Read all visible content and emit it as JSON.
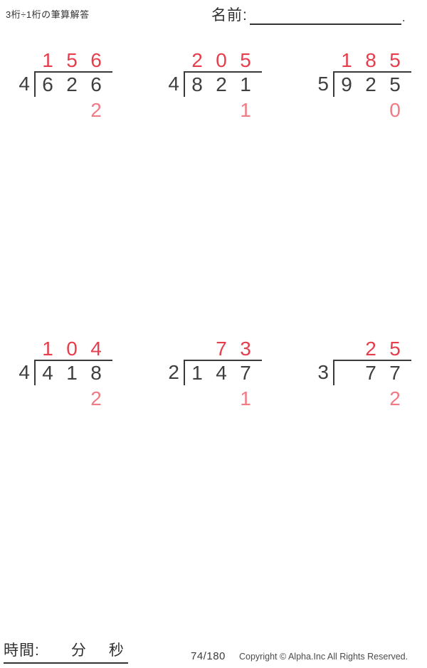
{
  "header": {
    "title": "3桁÷1桁の筆算解答",
    "name_label": "名前:",
    "name_line_period": "."
  },
  "problems": [
    {
      "divisor": "4",
      "dividend": [
        "6",
        "2",
        "6"
      ],
      "quotient": [
        "1",
        "5",
        "6"
      ],
      "remainder": "2"
    },
    {
      "divisor": "4",
      "dividend": [
        "8",
        "2",
        "1"
      ],
      "quotient": [
        "2",
        "0",
        "5"
      ],
      "remainder": "1"
    },
    {
      "divisor": "5",
      "dividend": [
        "9",
        "2",
        "5"
      ],
      "quotient": [
        "1",
        "8",
        "5"
      ],
      "remainder": "0"
    },
    {
      "divisor": "4",
      "dividend": [
        "4",
        "1",
        "8"
      ],
      "quotient": [
        "1",
        "0",
        "4"
      ],
      "remainder": "2"
    },
    {
      "divisor": "2",
      "dividend": [
        "1",
        "4",
        "7"
      ],
      "quotient": [
        "",
        "7",
        "3"
      ],
      "remainder": "1"
    },
    {
      "divisor": "3",
      "dividend": [
        "",
        "7",
        "7"
      ],
      "quotient": [
        "",
        "2",
        "5"
      ],
      "remainder": "2"
    }
  ],
  "footer": {
    "time_label": "時間:",
    "minutes_label": "分",
    "seconds_label": "秒",
    "page_indicator": "74/180",
    "copyright": "Copyright © Alpha.Inc All Rights Reserved."
  },
  "colors": {
    "quotient_red": "#e73e4d",
    "remainder_pink": "#f07b85",
    "digit_black": "#3f3f3f"
  }
}
